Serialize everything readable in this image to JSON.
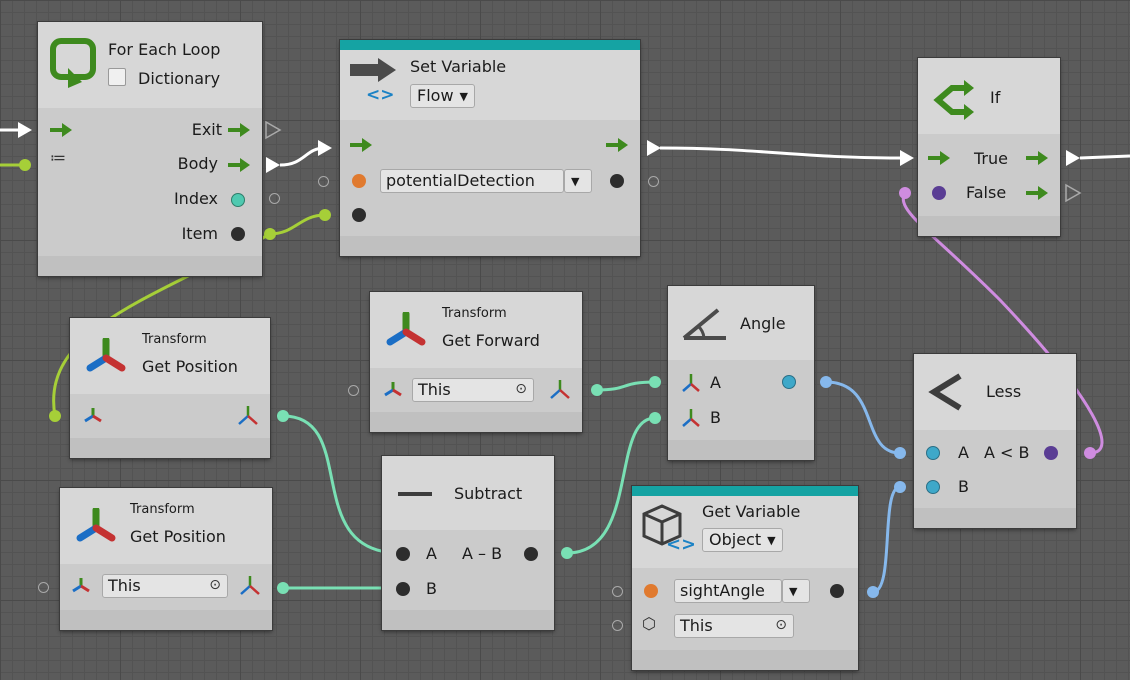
{
  "nodes": {
    "for_each": {
      "title": "For Each Loop",
      "option": "Dictionary",
      "ports": {
        "exit": "Exit",
        "body": "Body",
        "index": "Index",
        "item": "Item"
      }
    },
    "set_variable": {
      "title": "Set Variable",
      "kind": "Flow",
      "variable": "potentialDetection"
    },
    "if_node": {
      "title": "If",
      "true_label": "True",
      "false_label": "False"
    },
    "get_position_1": {
      "subtitle": "Transform",
      "title": "Get Position"
    },
    "get_forward": {
      "subtitle": "Transform",
      "title": "Get Forward",
      "target": "This"
    },
    "angle": {
      "title": "Angle",
      "a": "A",
      "b": "B"
    },
    "less": {
      "title": "Less",
      "a": "A",
      "b": "B",
      "output": "A < B"
    },
    "get_position_2": {
      "subtitle": "Transform",
      "title": "Get Position",
      "target": "This"
    },
    "subtract": {
      "title": "Subtract",
      "a": "A",
      "b": "B",
      "output": "A – B"
    },
    "get_variable": {
      "title": "Get Variable",
      "kind": "Object",
      "variable": "sightAngle",
      "target": "This"
    }
  },
  "colors": {
    "flow_arrow": "#3e8a1e",
    "vector3_wire": "#79e0b4",
    "float_wire": "#86b8ec",
    "bool_wire": "#cf8ce0",
    "object_wire": "#a6cf38",
    "flow_wire": "#ffffff",
    "variable_header": "#15a3a3"
  }
}
